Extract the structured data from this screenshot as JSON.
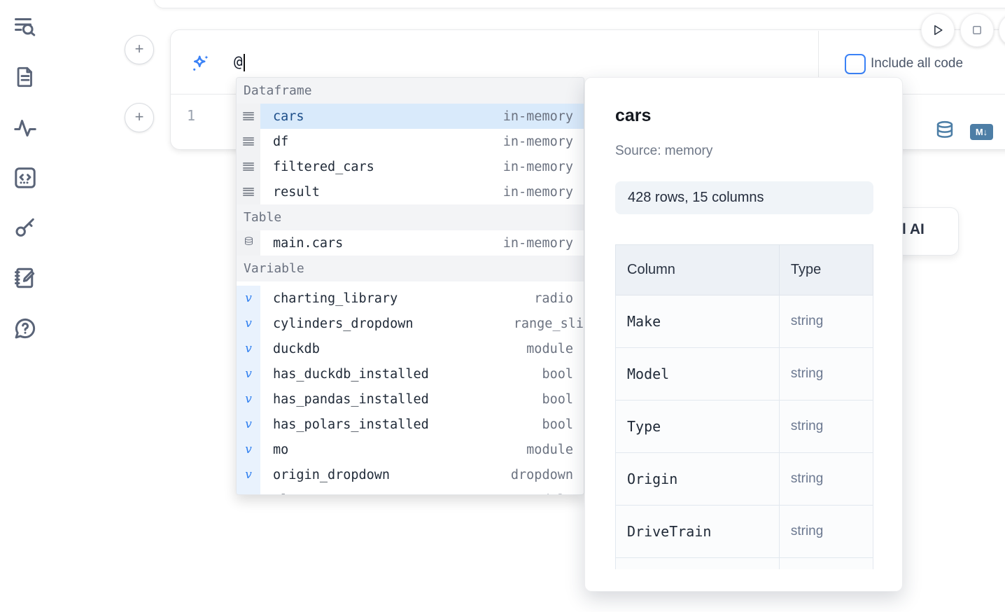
{
  "colors": {
    "accent": "#3b82f6",
    "steel_blue": "#4d7ea6",
    "selection": "#d9eafb"
  },
  "sidebar": {
    "icons": [
      "search-list-icon",
      "document-icon",
      "activity-icon",
      "code-snippet-icon",
      "key-icon",
      "scratchpad-icon",
      "help-icon"
    ]
  },
  "top_buttons": {
    "play": "run-button",
    "stop": "stop-button"
  },
  "ai_cell": {
    "input_value": "@",
    "checkbox_label": "Include all code",
    "checkbox_checked": false
  },
  "code_cell": {
    "line_number": "1",
    "toolbar_icons": [
      "database-icon",
      "markdown-icon"
    ],
    "markdown_badge": "M↓"
  },
  "autocomplete": {
    "sections": [
      {
        "label": "Dataframe",
        "gutter": "gray",
        "icon": "dataframe-icon",
        "items": [
          {
            "name": "cars",
            "type": "in-memory",
            "selected": true
          },
          {
            "name": "df",
            "type": "in-memory"
          },
          {
            "name": "filtered_cars",
            "type": "in-memory"
          },
          {
            "name": "result",
            "type": "in-memory"
          }
        ]
      },
      {
        "label": "Table",
        "gutter": "gray",
        "icon": "table-icon",
        "items": [
          {
            "name": "main.cars",
            "type": "in-memory"
          }
        ]
      },
      {
        "label": "Variable",
        "gutter": "blue",
        "icon": "variable-icon",
        "items": [
          {
            "name": "charting_library",
            "type": "radio"
          },
          {
            "name": "cylinders_dropdown",
            "type": "range_sli",
            "type_clipped": true
          },
          {
            "name": "duckdb",
            "type": "module"
          },
          {
            "name": "has_duckdb_installed",
            "type": "bool"
          },
          {
            "name": "has_pandas_installed",
            "type": "bool"
          },
          {
            "name": "has_polars_installed",
            "type": "bool"
          },
          {
            "name": "mo",
            "type": "module"
          },
          {
            "name": "origin_dropdown",
            "type": "dropdown"
          },
          {
            "name": "plt",
            "type": "module",
            "row_clipped": true
          }
        ]
      }
    ]
  },
  "preview_panel": {
    "title": "cars",
    "source": "Source: memory",
    "shape_badge": "428 rows, 15 columns",
    "table": {
      "headers": [
        "Column",
        "Type"
      ],
      "rows": [
        {
          "column": "Make",
          "type": "string"
        },
        {
          "column": "Model",
          "type": "string"
        },
        {
          "column": "Type",
          "type": "string"
        },
        {
          "column": "Origin",
          "type": "string"
        },
        {
          "column": "DriveTrain",
          "type": "string"
        },
        {
          "column": "",
          "type": "",
          "clipped": true
        }
      ]
    }
  },
  "ai_button": {
    "visible_label": "l AI"
  }
}
